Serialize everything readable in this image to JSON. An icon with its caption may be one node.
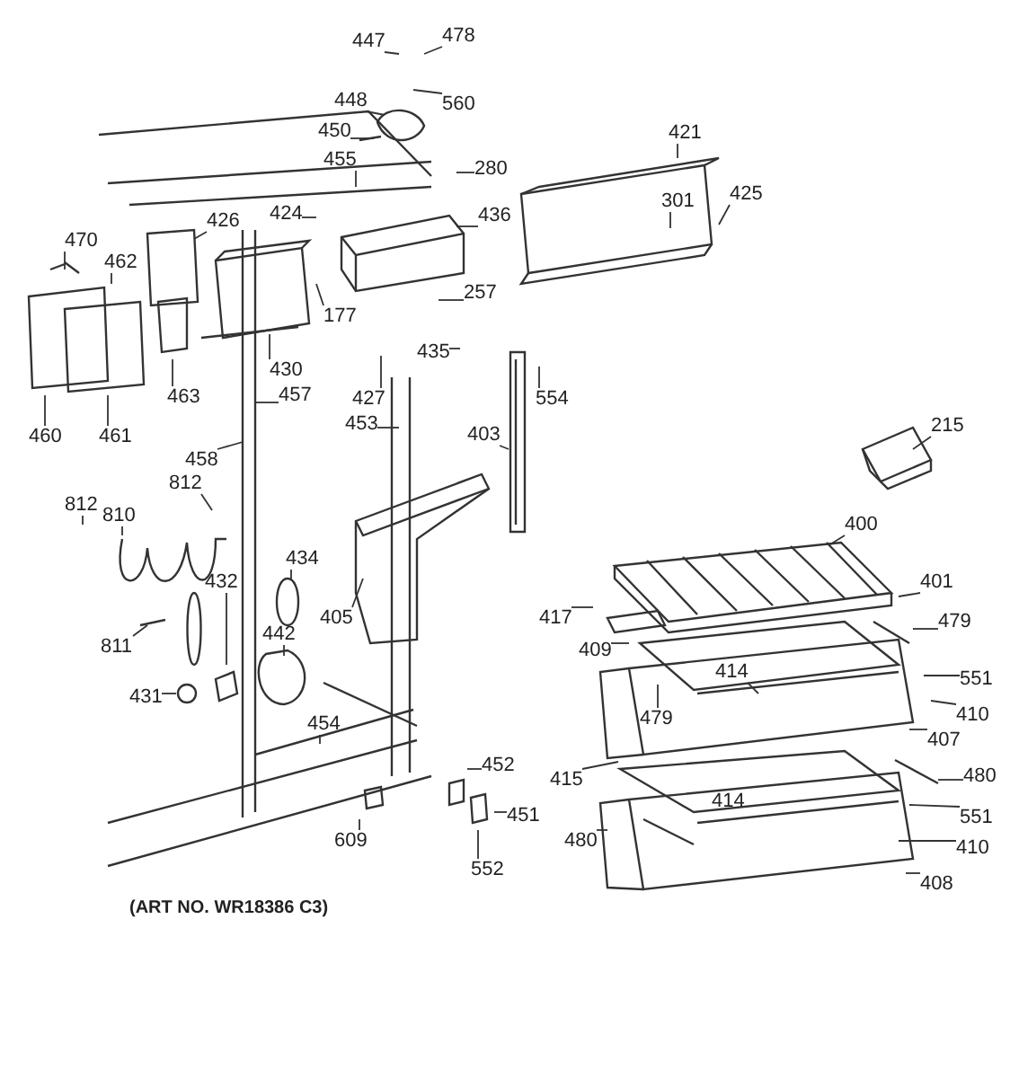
{
  "diagram": {
    "nodes": [
      {
        "text": [
          "447"
        ]
      },
      {
        "text": [
          "478"
        ]
      },
      {
        "text": [
          "560"
        ]
      },
      {
        "text": [
          "448"
        ]
      },
      {
        "text": [
          "450"
        ]
      },
      {
        "text": [
          "455"
        ]
      },
      {
        "text": [
          "280"
        ]
      },
      {
        "text": [
          "421"
        ]
      },
      {
        "text": [
          "301"
        ]
      },
      {
        "text": [
          "425"
        ]
      },
      {
        "text": [
          "424"
        ]
      },
      {
        "text": [
          "436"
        ]
      },
      {
        "text": [
          "426"
        ]
      },
      {
        "text": [
          "470"
        ]
      },
      {
        "text": [
          "462"
        ]
      },
      {
        "text": [
          "257"
        ]
      },
      {
        "text": [
          "177"
        ]
      },
      {
        "text": [
          "435"
        ]
      },
      {
        "text": [
          "430"
        ]
      },
      {
        "text": [
          "427"
        ]
      },
      {
        "text": [
          "554"
        ]
      },
      {
        "text": [
          "463"
        ]
      },
      {
        "text": [
          "460"
        ]
      },
      {
        "text": [
          "461"
        ]
      },
      {
        "text": [
          "457"
        ]
      },
      {
        "text": [
          "453"
        ]
      },
      {
        "text": [
          "403"
        ]
      },
      {
        "text": [
          "458"
        ]
      },
      {
        "text": [
          "812"
        ]
      },
      {
        "text": [
          "812"
        ]
      },
      {
        "text": [
          "810"
        ]
      },
      {
        "text": [
          "215"
        ]
      },
      {
        "text": [
          "434"
        ]
      },
      {
        "text": [
          "405"
        ]
      },
      {
        "text": [
          "400"
        ]
      },
      {
        "text": [
          "401"
        ]
      },
      {
        "text": [
          "417"
        ]
      },
      {
        "text": [
          "409"
        ]
      },
      {
        "text": [
          "479"
        ]
      },
      {
        "text": [
          "442"
        ]
      },
      {
        "text": [
          "432"
        ]
      },
      {
        "text": [
          "811"
        ]
      },
      {
        "text": [
          "414"
        ]
      },
      {
        "text": [
          "479"
        ]
      },
      {
        "text": [
          "551"
        ]
      },
      {
        "text": [
          "410"
        ]
      },
      {
        "text": [
          "407"
        ]
      },
      {
        "text": [
          "431"
        ]
      },
      {
        "text": [
          "454"
        ]
      },
      {
        "text": [
          "415"
        ]
      },
      {
        "text": [
          "480"
        ]
      },
      {
        "text": [
          "414"
        ]
      },
      {
        "text": [
          "551"
        ]
      },
      {
        "text": [
          "410"
        ]
      },
      {
        "text": [
          "480"
        ]
      },
      {
        "text": [
          "408"
        ]
      },
      {
        "text": [
          "452"
        ]
      },
      {
        "text": [
          "451"
        ]
      },
      {
        "text": [
          "609"
        ]
      },
      {
        "text": [
          "552"
        ]
      }
    ],
    "edges": [
      {
        "from": 0,
        "to": null,
        "arrow": "none"
      },
      {
        "from": 1,
        "to": null,
        "arrow": "none"
      },
      {
        "from": 2,
        "to": null,
        "arrow": "none"
      },
      {
        "from": 3,
        "to": null,
        "arrow": "none"
      },
      {
        "from": 4,
        "to": null,
        "arrow": "none"
      },
      {
        "from": 5,
        "to": null,
        "arrow": "none"
      },
      {
        "from": 6,
        "to": null,
        "arrow": "none"
      },
      {
        "from": 7,
        "to": null,
        "arrow": "none"
      },
      {
        "from": 8,
        "to": null,
        "arrow": "none"
      },
      {
        "from": 9,
        "to": null,
        "arrow": "none"
      },
      {
        "from": 10,
        "to": null,
        "arrow": "none"
      },
      {
        "from": 11,
        "to": null,
        "arrow": "none"
      },
      {
        "from": 12,
        "to": null,
        "arrow": "none"
      },
      {
        "from": 13,
        "to": null,
        "arrow": "none"
      },
      {
        "from": 14,
        "to": null,
        "arrow": "none"
      },
      {
        "from": 15,
        "to": null,
        "arrow": "none"
      },
      {
        "from": 16,
        "to": null,
        "arrow": "none"
      },
      {
        "from": 17,
        "to": null,
        "arrow": "none"
      },
      {
        "from": 18,
        "to": null,
        "arrow": "none"
      },
      {
        "from": 19,
        "to": null,
        "arrow": "none"
      },
      {
        "from": 20,
        "to": null,
        "arrow": "none"
      },
      {
        "from": 21,
        "to": null,
        "arrow": "none"
      },
      {
        "from": 22,
        "to": null,
        "arrow": "none"
      },
      {
        "from": 23,
        "to": null,
        "arrow": "none"
      },
      {
        "from": 24,
        "to": null,
        "arrow": "none"
      },
      {
        "from": 25,
        "to": null,
        "arrow": "none"
      },
      {
        "from": 26,
        "to": null,
        "arrow": "none"
      },
      {
        "from": 27,
        "to": null,
        "arrow": "none"
      },
      {
        "from": 28,
        "to": null,
        "arrow": "none"
      },
      {
        "from": 29,
        "to": null,
        "arrow": "none"
      },
      {
        "from": 30,
        "to": null,
        "arrow": "none"
      },
      {
        "from": 31,
        "to": null,
        "arrow": "none"
      },
      {
        "from": 32,
        "to": null,
        "arrow": "none"
      },
      {
        "from": 33,
        "to": null,
        "arrow": "none"
      },
      {
        "from": 34,
        "to": null,
        "arrow": "none"
      },
      {
        "from": 35,
        "to": null,
        "arrow": "none"
      },
      {
        "from": 36,
        "to": null,
        "arrow": "none"
      },
      {
        "from": 37,
        "to": null,
        "arrow": "none"
      },
      {
        "from": 38,
        "to": null,
        "arrow": "none"
      },
      {
        "from": 39,
        "to": null,
        "arrow": "none"
      },
      {
        "from": 40,
        "to": null,
        "arrow": "none"
      },
      {
        "from": 41,
        "to": null,
        "arrow": "none"
      },
      {
        "from": 42,
        "to": null,
        "arrow": "none"
      },
      {
        "from": 43,
        "to": null,
        "arrow": "none"
      },
      {
        "from": 44,
        "to": null,
        "arrow": "none"
      },
      {
        "from": 45,
        "to": null,
        "arrow": "none"
      },
      {
        "from": 46,
        "to": null,
        "arrow": "none"
      },
      {
        "from": 47,
        "to": null,
        "arrow": "none"
      },
      {
        "from": 48,
        "to": null,
        "arrow": "none"
      },
      {
        "from": 49,
        "to": null,
        "arrow": "none"
      },
      {
        "from": 50,
        "to": null,
        "arrow": "none"
      },
      {
        "from": 51,
        "to": null,
        "arrow": "none"
      },
      {
        "from": 52,
        "to": null,
        "arrow": "none"
      },
      {
        "from": 53,
        "to": null,
        "arrow": "none"
      },
      {
        "from": 54,
        "to": null,
        "arrow": "none"
      },
      {
        "from": 55,
        "to": null,
        "arrow": "none"
      },
      {
        "from": 56,
        "to": null,
        "arrow": "none"
      },
      {
        "from": 57,
        "to": null,
        "arrow": "none"
      },
      {
        "from": 58,
        "to": null,
        "arrow": "none"
      },
      {
        "from": 59,
        "to": null,
        "arrow": "none"
      }
    ],
    "labels": [
      "(ART NO. WR18386 C3)"
    ]
  }
}
